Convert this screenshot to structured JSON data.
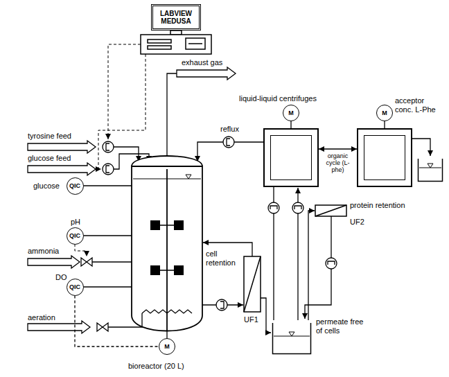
{
  "diagram": {
    "nodes": [
      {
        "text": [
          "LABVIEW MEDUSA"
        ]
      },
      {
        "text": [
          "QIC"
        ]
      },
      {
        "text": [
          "QIC"
        ]
      },
      {
        "text": [
          "QIC"
        ]
      },
      {
        "text": [
          "M"
        ]
      },
      {
        "text": [
          "M"
        ]
      },
      {
        "text": [
          "M"
        ]
      },
      {
        "text": [
          "acceptor conc. L-Phe"
        ]
      },
      {
        "text": [
          "permeate free of cells"
        ]
      }
    ],
    "edges": [
      {
        "from": 3,
        "to": 4,
        "arrow": "none"
      },
      {
        "from": 5,
        "to": 6,
        "label": "organic cycle (L-phe)",
        "arrow": "both"
      },
      {
        "from": 6,
        "to": 7,
        "arrow": "to"
      },
      {
        "from": 5,
        "to": 8,
        "arrow": "none"
      }
    ],
    "labels": [
      "exhaust gas",
      "tyrosine feed",
      "glucose feed",
      "glucose",
      "pH",
      "ammonia",
      "DO",
      "aeration",
      "bioreactor (20 L)",
      "reflux",
      "liquid-liquid centrifuges",
      "protein retention",
      "UF2",
      "cell retention",
      "UF1"
    ]
  }
}
